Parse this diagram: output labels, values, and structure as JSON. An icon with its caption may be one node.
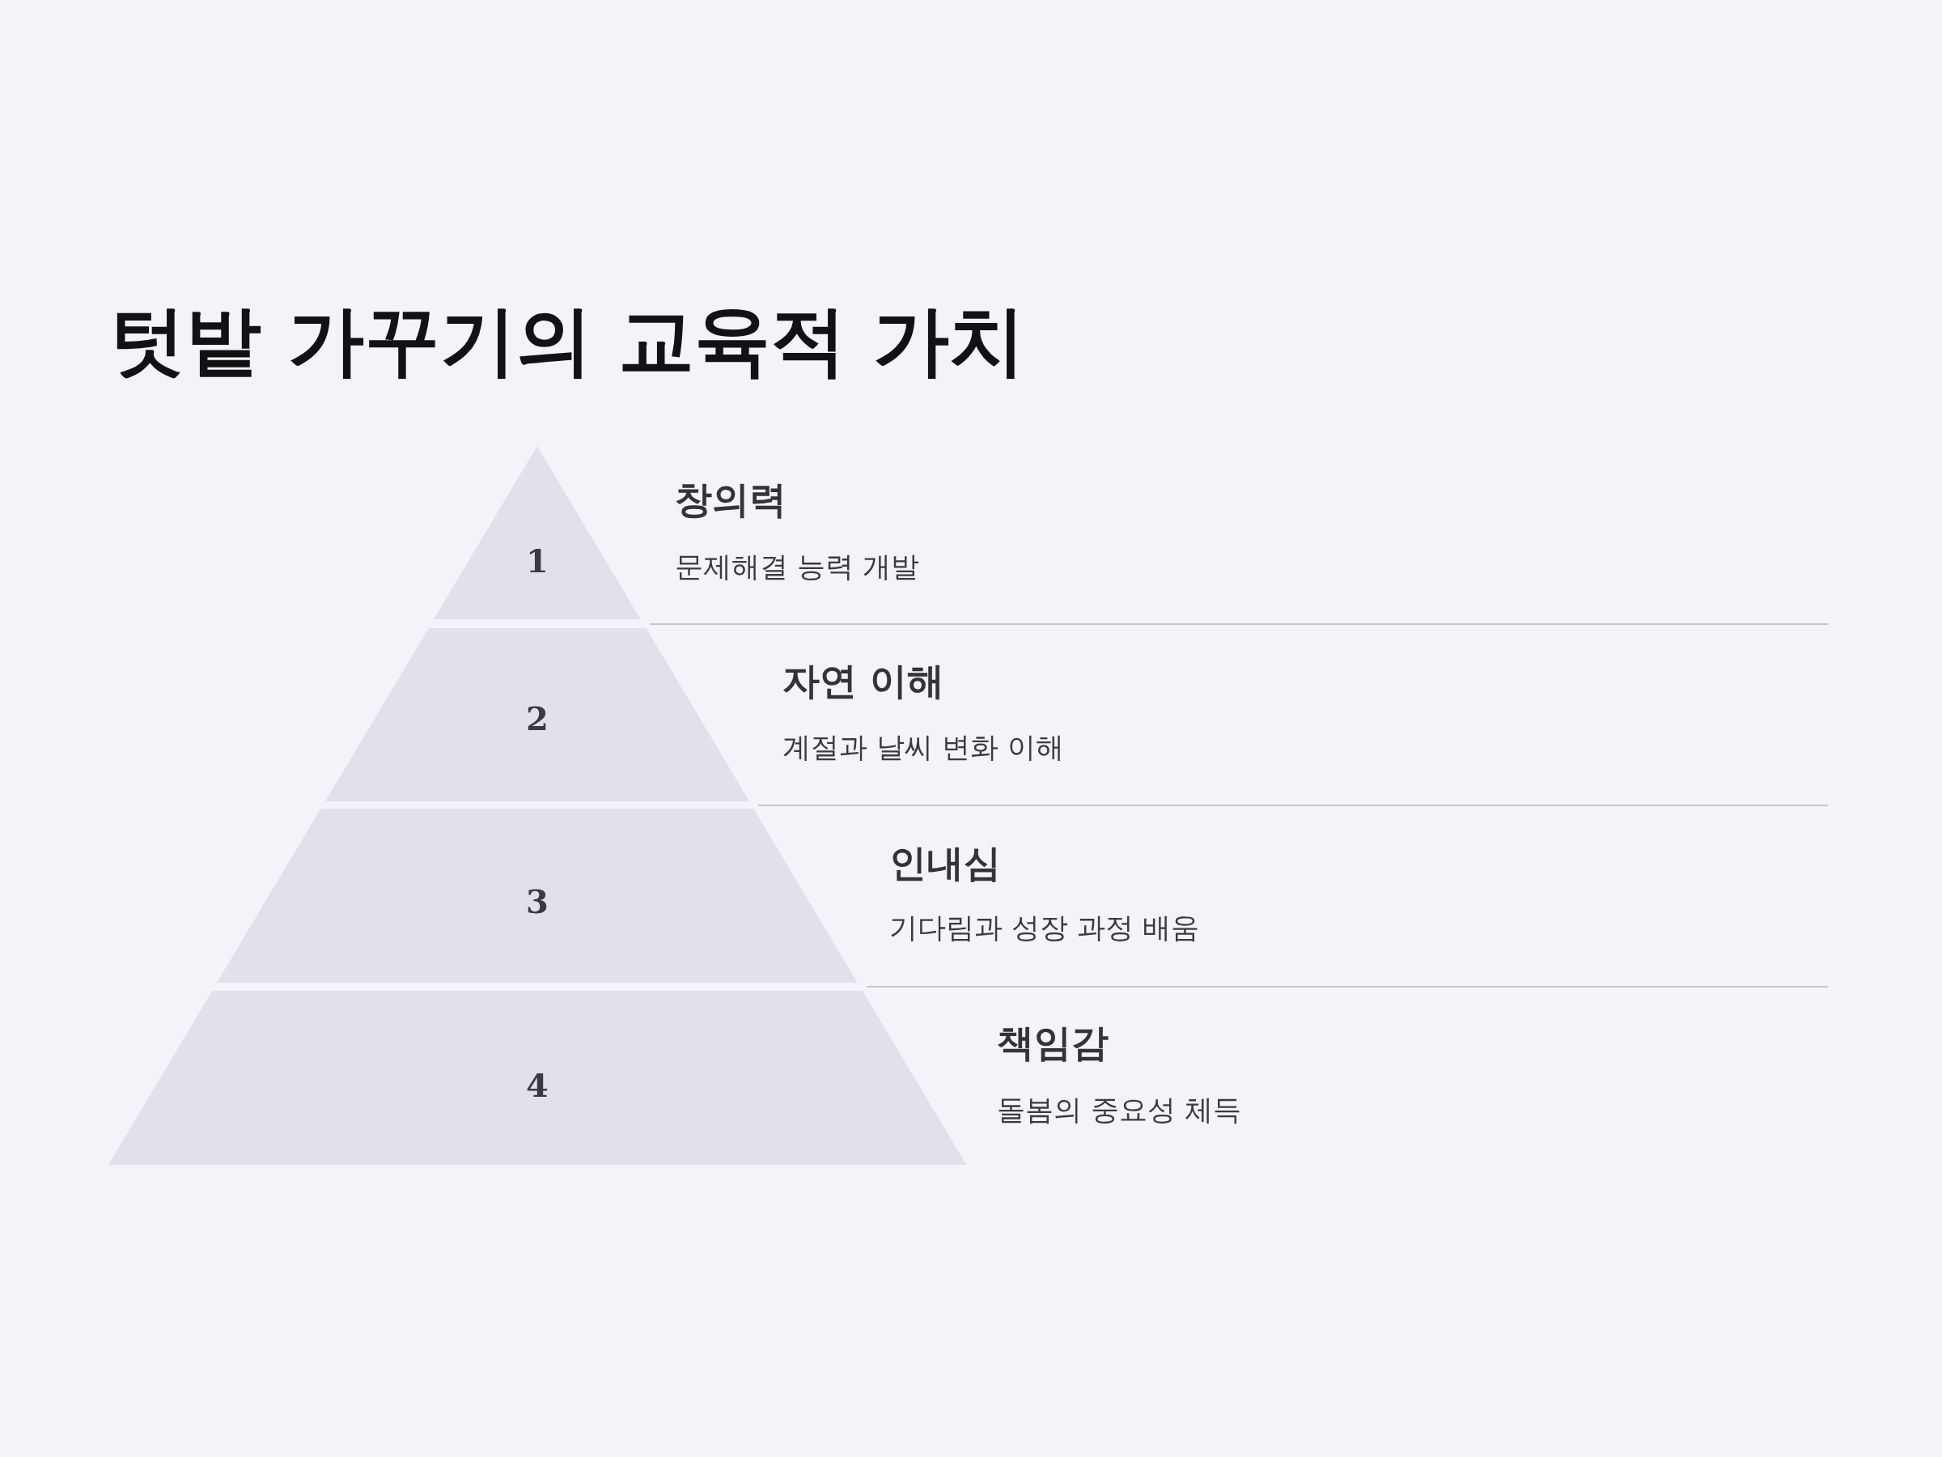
{
  "diagram": {
    "title": "텃밭 가꾸기의 교육적 가치",
    "nodes": [
      {
        "text": [
          "1"
        ],
        "beside": [
          "창의력",
          "문제해결 능력 개발"
        ]
      },
      {
        "text": [
          "2"
        ],
        "beside": [
          "자연 이해",
          "계절과 날씨 변화 이해"
        ]
      },
      {
        "text": [
          "3"
        ],
        "beside": [
          "인내심",
          "기다림과 성장 과정 배움"
        ]
      },
      {
        "text": [
          "4"
        ],
        "beside": [
          "책임감",
          "돌봄의 중요성 체득"
        ]
      }
    ]
  }
}
